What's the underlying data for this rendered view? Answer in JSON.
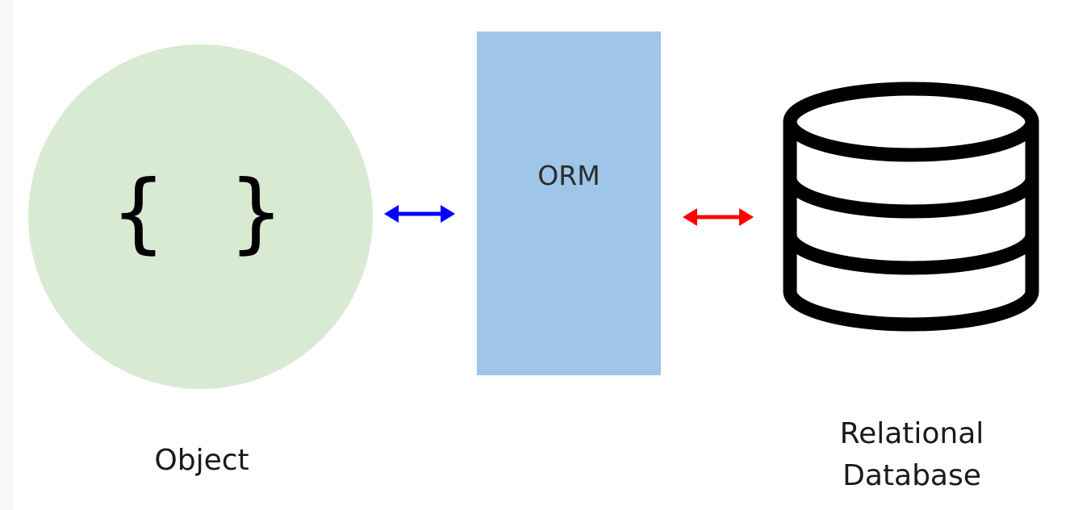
{
  "colors": {
    "object_fill": "#d9ead3",
    "orm_fill": "#9fc5e8",
    "arrow_object_orm": "#0000ff",
    "arrow_orm_db": "#ff0000",
    "db_stroke": "#000000"
  },
  "object": {
    "symbol": "{ }",
    "caption": "Object"
  },
  "orm": {
    "label": "ORM"
  },
  "database": {
    "icon": "database-icon",
    "caption_line1": "Relational",
    "caption_line2": "Database"
  },
  "connectors": [
    {
      "name": "object-orm-arrow",
      "direction": "bidirectional"
    },
    {
      "name": "orm-database-arrow",
      "direction": "bidirectional"
    }
  ]
}
